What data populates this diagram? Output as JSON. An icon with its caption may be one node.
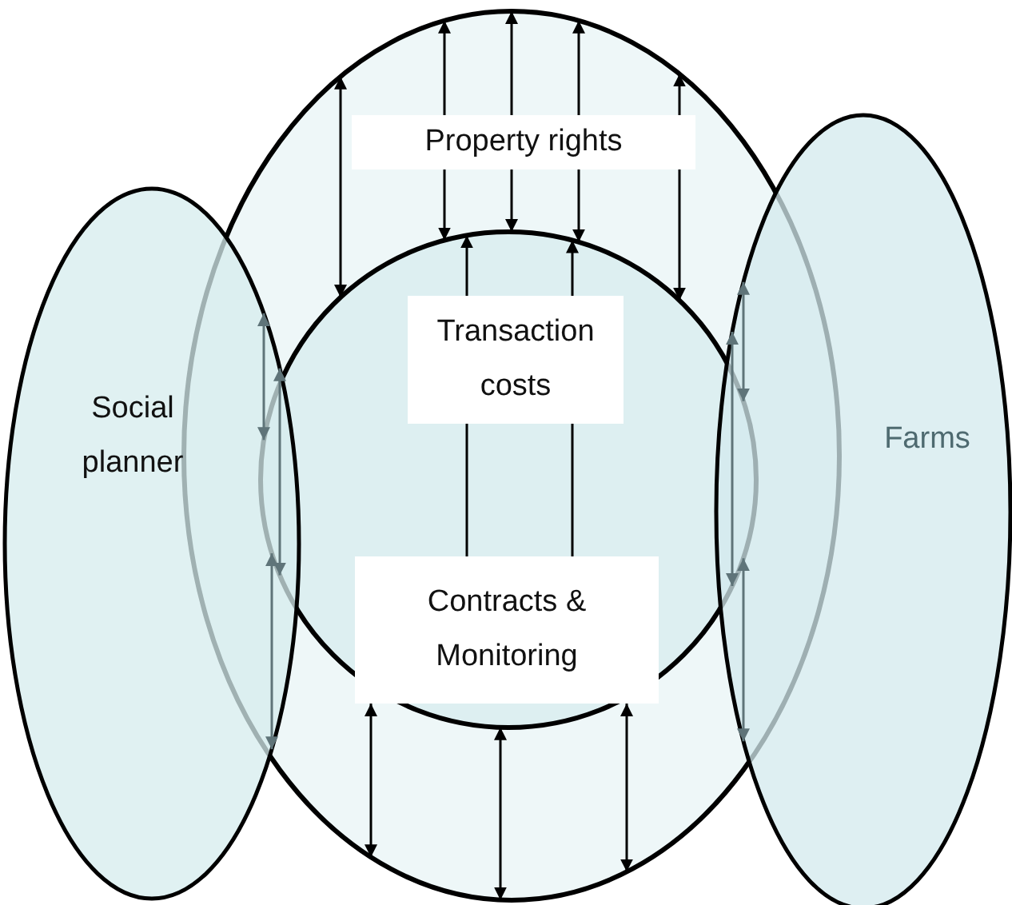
{
  "diagram": {
    "nodes": [
      {
        "text": [
          "Social planner"
        ]
      },
      {
        "text": [
          "Property rights"
        ]
      },
      {
        "text": [
          "Transaction costs"
        ],
        "in": 1
      },
      {
        "text": [
          "Contracts & Monitoring"
        ],
        "in": 2
      },
      {
        "text": [
          "Farms"
        ]
      }
    ],
    "edges": [
      {
        "from": 1,
        "to": 2,
        "arrow": "both"
      },
      {
        "from": 1,
        "to": 2,
        "arrow": "both"
      },
      {
        "from": 1,
        "to": 2,
        "arrow": "both"
      },
      {
        "from": 1,
        "to": 2,
        "arrow": "both"
      },
      {
        "from": 1,
        "to": 2,
        "arrow": "both"
      },
      {
        "from": 3,
        "to": 2,
        "arrow": "to"
      },
      {
        "from": 3,
        "to": 2,
        "arrow": "to"
      },
      {
        "from": 3,
        "to": 1,
        "arrow": "both"
      },
      {
        "from": 2,
        "to": 1,
        "arrow": "both"
      },
      {
        "from": 3,
        "to": 1,
        "arrow": "both"
      },
      {
        "from": 0,
        "to": 2,
        "arrow": "both",
        "color": "#5f7479"
      },
      {
        "from": 0,
        "to": 2,
        "arrow": "both",
        "color": "#5f7479"
      },
      {
        "from": 0,
        "to": 2,
        "arrow": "both",
        "color": "#5f7479"
      },
      {
        "from": 4,
        "to": 2,
        "arrow": "both",
        "color": "#5f7479"
      },
      {
        "from": 4,
        "to": 2,
        "arrow": "both",
        "color": "#5f7479"
      },
      {
        "from": 4,
        "to": 2,
        "arrow": "both",
        "color": "#5f7479"
      }
    ]
  }
}
